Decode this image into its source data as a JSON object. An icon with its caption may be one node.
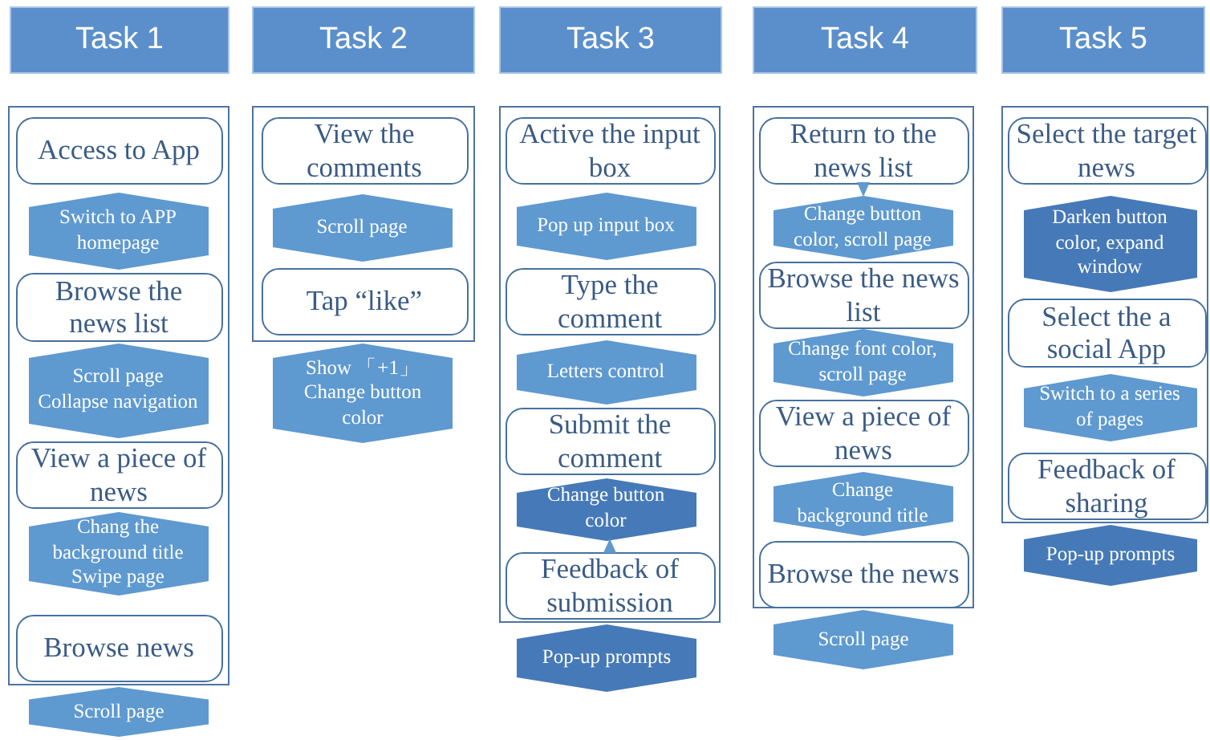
{
  "diagram": {
    "nodes": [
      {
        "text": [
          "Task 1"
        ]
      },
      {
        "text": [],
        "shape": "box"
      },
      {
        "text": [
          "Access to App"
        ],
        "in": 1
      },
      {
        "text": [
          "Switch to APP homepage"
        ],
        "in": 1
      },
      {
        "text": [
          "Browse the news list"
        ],
        "in": 1
      },
      {
        "text": [
          "Scroll page Collapse navigation"
        ],
        "in": 1
      },
      {
        "text": [
          "View a piece of news"
        ],
        "in": 1
      },
      {
        "text": [
          "Chang the background title Swipe page"
        ],
        "in": 1
      },
      {
        "text": [
          "Browse news"
        ],
        "in": 1
      },
      {
        "text": [
          "Scroll page"
        ]
      },
      {
        "text": [
          "Task 2"
        ]
      },
      {
        "text": [],
        "shape": "box"
      },
      {
        "text": [
          "View the comments"
        ],
        "in": 11
      },
      {
        "text": [
          "Scroll page"
        ],
        "in": 11
      },
      {
        "text": [
          "Tap “like”"
        ],
        "in": 11
      },
      {
        "text": [
          "Show 「+1」 Change button color"
        ]
      },
      {
        "text": [
          "Task 3"
        ]
      },
      {
        "text": [],
        "shape": "box"
      },
      {
        "text": [
          "Active the input box"
        ],
        "in": 17
      },
      {
        "text": [
          "Pop up input box"
        ],
        "in": 17
      },
      {
        "text": [
          "Type the comment"
        ],
        "in": 17
      },
      {
        "text": [
          "Letters control"
        ],
        "in": 17
      },
      {
        "text": [
          "Submit the comment"
        ],
        "in": 17
      },
      {
        "text": [
          "Change button color"
        ],
        "in": 17
      },
      {
        "text": [
          "Feedback of submission"
        ],
        "in": 17
      },
      {
        "text": [
          "Pop-up prompts"
        ]
      },
      {
        "text": [
          "Task 4"
        ]
      },
      {
        "text": [],
        "shape": "box"
      },
      {
        "text": [
          "Return to the news list"
        ],
        "in": 27
      },
      {
        "text": [
          "Change button color, scroll page"
        ],
        "in": 27
      },
      {
        "text": [
          "Browse the news list"
        ],
        "in": 27
      },
      {
        "text": [
          "Change font color, scroll page"
        ],
        "in": 27
      },
      {
        "text": [
          "View a piece of news"
        ],
        "in": 27
      },
      {
        "text": [
          "Change background title"
        ],
        "in": 27
      },
      {
        "text": [
          "Browse the news"
        ],
        "in": 27
      },
      {
        "text": [
          "Scroll page"
        ]
      },
      {
        "text": [
          "Task 5"
        ]
      },
      {
        "text": [],
        "shape": "box"
      },
      {
        "text": [
          "Select the target news"
        ],
        "in": 37
      },
      {
        "text": [
          "Darken button color, expand window"
        ],
        "in": 37
      },
      {
        "text": [
          "Select the a social App"
        ],
        "in": 37
      },
      {
        "text": [
          "Switch to a series of pages"
        ],
        "in": 37
      },
      {
        "text": [
          "Feedback of sharing"
        ],
        "in": 37
      },
      {
        "text": [
          "Pop-up prompts"
        ]
      }
    ],
    "edges": [
      {
        "from": 28,
        "to": 29,
        "arrow": "to"
      },
      {
        "from": 24,
        "to": 23,
        "arrow": "to"
      }
    ]
  }
}
